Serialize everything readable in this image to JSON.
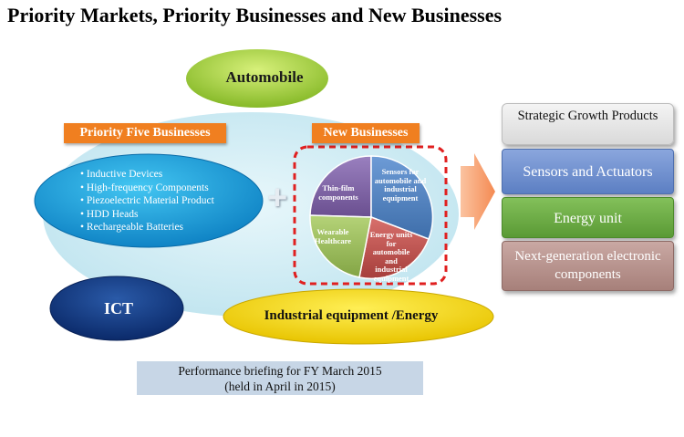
{
  "title": "Priority Markets, Priority Businesses and New Businesses",
  "markets": {
    "automobile": "Automobile",
    "ict": "ICT",
    "industrial": "Industrial equipment /Energy"
  },
  "priority_five": {
    "label": "Priority Five Businesses",
    "items": [
      "Inductive Devices",
      "High-frequency Components",
      "Piezoelectric Material Product",
      "HDD Heads",
      "Rechargeable Batteries"
    ]
  },
  "new_businesses": {
    "label": "New Businesses",
    "slices": [
      "Thin-film components",
      "Sensors for automobile and industrial equipment",
      "Wearable Healthcare",
      "Energy units for automobile and industrial equipment"
    ]
  },
  "strategic": {
    "header": "Strategic Growth Products",
    "items": [
      "Sensors and Actuators",
      "Energy unit",
      "Next-generation electronic components"
    ]
  },
  "briefing": {
    "line1": "Performance briefing for FY March 2015",
    "line2": "(held in April in 2015)"
  },
  "colors": {
    "orange": "#f07f20",
    "slice_purple": "#8064a2",
    "slice_blue": "#4f81bd",
    "slice_green": "#9bbb59",
    "slice_red": "#c0504d",
    "dashed_border": "#e02020"
  }
}
